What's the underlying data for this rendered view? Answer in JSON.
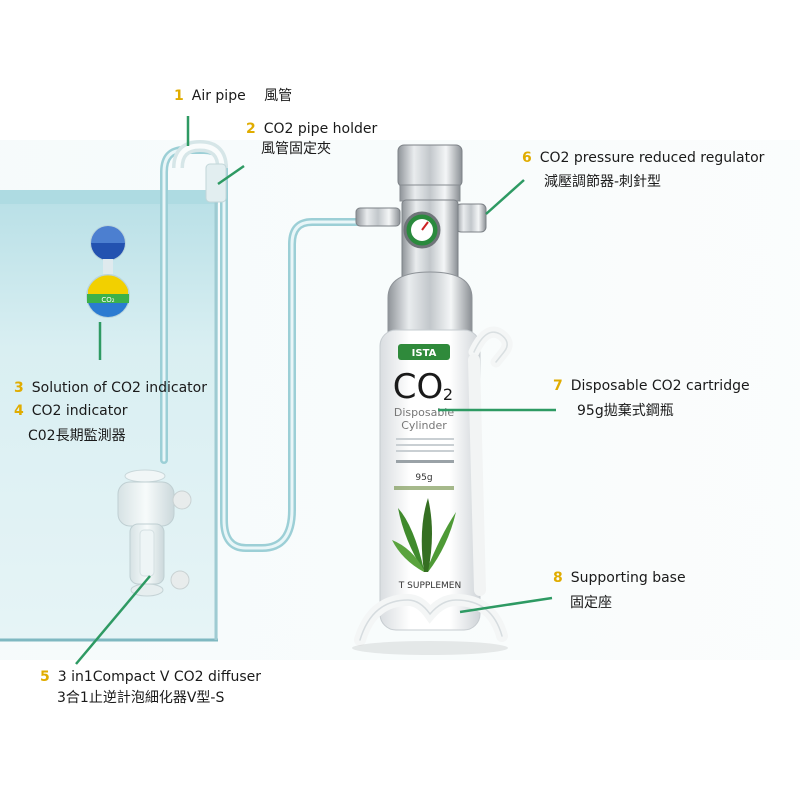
{
  "diagram": {
    "components": [
      {
        "number": "1",
        "name": "Air pipe",
        "name_zh": "風管"
      },
      {
        "number": "2",
        "name": "CO2 pipe holder",
        "name_zh": "風管固定夾"
      },
      {
        "number": "6",
        "name": "CO2 pressure reduced regulator",
        "name_zh": "減壓調節器-刺針型"
      },
      {
        "number": "3",
        "name": "Solution of CO2 indicator"
      },
      {
        "number": "4",
        "name": "CO2 indicator",
        "name_zh": "C02長期監測器"
      },
      {
        "number": "7",
        "name": "Disposable CO2 cartridge",
        "name_zh": "95g拋棄式鋼瓶"
      },
      {
        "number": "8",
        "name": "Supporting base",
        "name_zh": "固定座"
      },
      {
        "number": "5",
        "name": "3 in1Compact V CO2 diffuser",
        "name_zh": "3合1止逆計泡細化器V型-S"
      }
    ],
    "cylinder": {
      "brand": "ISTA",
      "co2": "CO",
      "co2_sub": "2",
      "line1": "Disposable",
      "line2": "Cylinder",
      "weight": "95g",
      "band": "T SUPPLEMEN"
    },
    "indicator_text": "CO₂"
  },
  "colors": {
    "number": "#e0ac00",
    "leader": "#2e9a63",
    "tank_water": "#d3ebef",
    "tube": "#a9d4da",
    "indicator_blue": "#1f4fa6",
    "indicator_yellow": "#f2d000"
  }
}
